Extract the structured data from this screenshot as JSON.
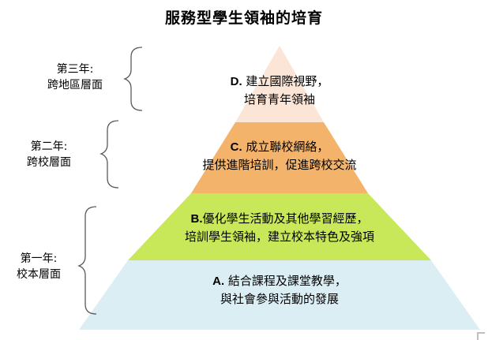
{
  "title": "服務型學生領袖的培育",
  "layers": [
    {
      "id": "D",
      "prefix": "D.",
      "line1": " 建立國際視野，",
      "line2": "培育青年領袖",
      "color": "#FBE5D6"
    },
    {
      "id": "C",
      "prefix": "C.",
      "line1": " 成立聯校網絡，",
      "line2": "提供進階培訓，促進跨校交流",
      "color": "#F4B36B"
    },
    {
      "id": "B",
      "prefix": "B.",
      "line1": "優化學生活動及其他學習經歷，",
      "line2": "培訓學生領袖，建立校本特色及強項",
      "color": "#C8E85A"
    },
    {
      "id": "A",
      "prefix": "A.",
      "line1": " 結合課程及課堂教學，",
      "line2": "與社會參與活動的發展",
      "color": "#DBEEF4"
    }
  ],
  "stages": [
    {
      "line1": "第三年:",
      "line2": "跨地區層面"
    },
    {
      "line1": "第二年:",
      "line2": "跨校層面"
    },
    {
      "line1": "第一年:",
      "line2": "校本層面"
    }
  ],
  "colors": {
    "bracket": "#595959"
  }
}
